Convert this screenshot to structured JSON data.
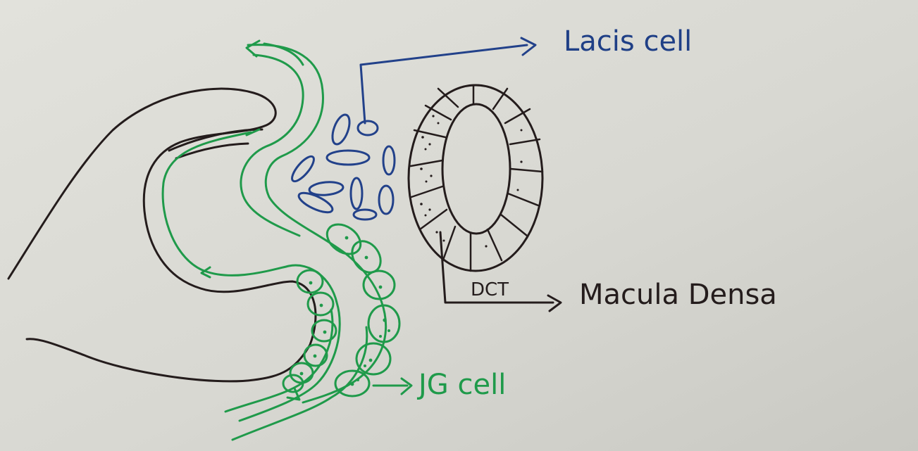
{
  "labels": {
    "lacis": "Lacis cell",
    "dct": "DCT",
    "macula": "Macula Densa",
    "jg": "JG cell"
  },
  "colors": {
    "paper": "#dcdcd6",
    "ink_dark": "#1f1a1a",
    "ink_green": "#1f9a4a",
    "ink_blue": "#1f3f86"
  },
  "icons": {
    "arrow": "arrow-icon"
  }
}
